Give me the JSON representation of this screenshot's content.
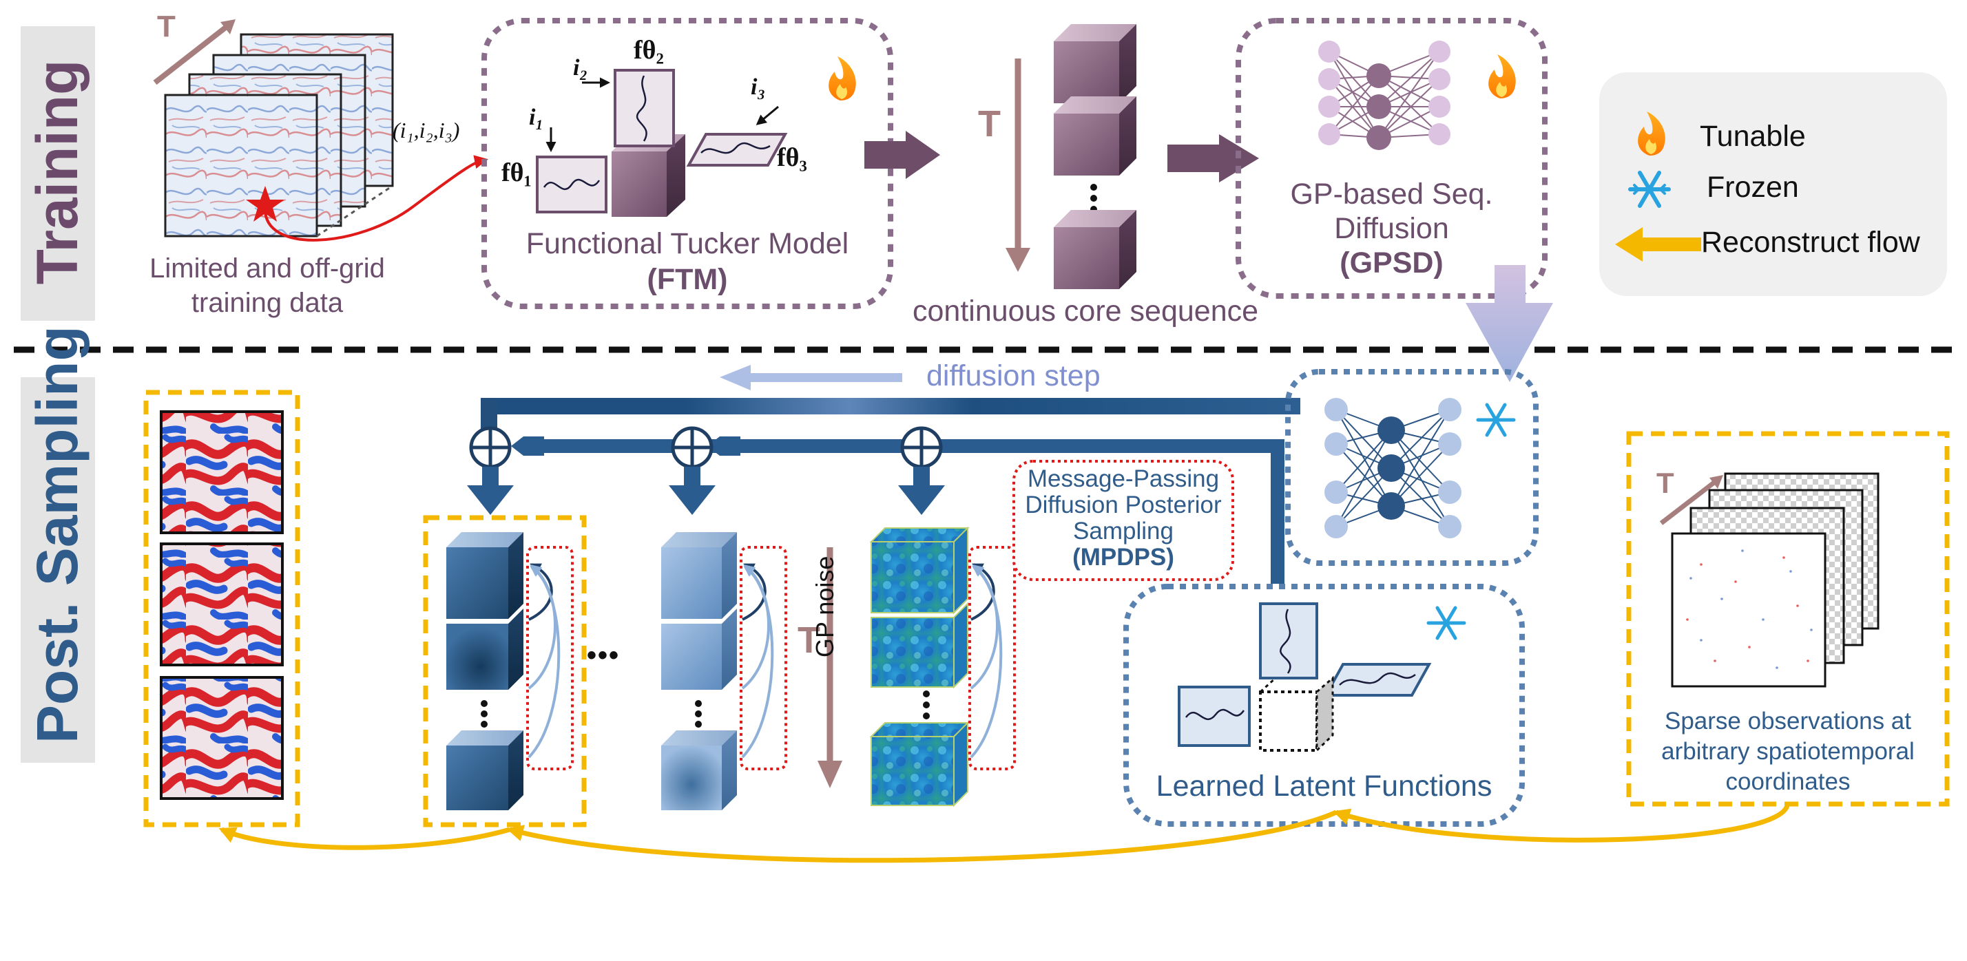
{
  "sections": {
    "training": "Training",
    "sampling": "Post. Sampling"
  },
  "training": {
    "time_axis": "T",
    "data_caption": [
      "Limited and off-grid",
      "training data"
    ],
    "coord_label": "(i₁,i₂,i₃)",
    "ftm": {
      "title": "Functional Tucker Model",
      "abbr": "(FTM)",
      "index_labels": [
        "i₁",
        "i₂",
        "i₃"
      ],
      "factor_labels": [
        "fθ₁",
        "fθ₂",
        "fθ₃"
      ]
    },
    "core_sequence": {
      "axis": "T",
      "caption": "continuous core sequence"
    },
    "gpsd": {
      "title": [
        "GP-based Seq.",
        "Diffusion"
      ],
      "abbr": "(GPSD)"
    }
  },
  "legend": {
    "items": [
      {
        "icon": "flame-icon",
        "label": "Tunable"
      },
      {
        "icon": "snowflake-icon",
        "label": "Frozen"
      },
      {
        "icon": "yellow-arrow-icon",
        "label": "Reconstruct flow"
      }
    ]
  },
  "sampling": {
    "diffusion_step": "diffusion step",
    "time_axis": "T",
    "gp_noise": "GP noise",
    "ellipsis": "•••",
    "mpdps": {
      "title": [
        "Message-Passing",
        "Diffusion Posterior",
        "Sampling"
      ],
      "abbr": "(MPDPS)"
    },
    "latent_functions": "Learned Latent Functions",
    "observations": {
      "time_axis": "T",
      "caption": [
        "Sparse observations at",
        "arbitrary spatiotemporal",
        "coordinates"
      ]
    }
  },
  "colors": {
    "purple_text": "#6b4e6b",
    "purple_dark": "#5c3f5c",
    "purple_box": "#8a6d8a",
    "blue_text": "#2f5c8a",
    "blue_main": "#2e5f8f",
    "blue_light": "#a9b8dd",
    "yellow": "#f5b800",
    "red": "#e01919",
    "arrow_brown": "#a77e7e"
  }
}
